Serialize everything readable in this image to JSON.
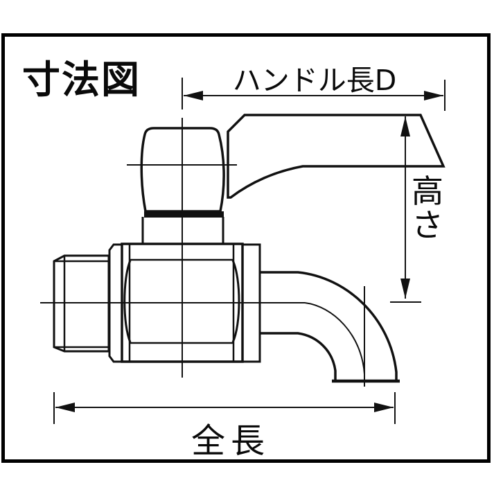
{
  "title": "寸法図",
  "dimension_labels": {
    "handle_length": "ハンドル長D",
    "height": "高さ",
    "total_length": "全長"
  },
  "drawing": {
    "subject": "side-view line drawing of a lever-handle ball valve (faucet) with male threaded inlet and 90-degree curved downward spout",
    "line_color": "#111111",
    "background_color": "#ffffff",
    "frame_border_color": "#000000"
  }
}
